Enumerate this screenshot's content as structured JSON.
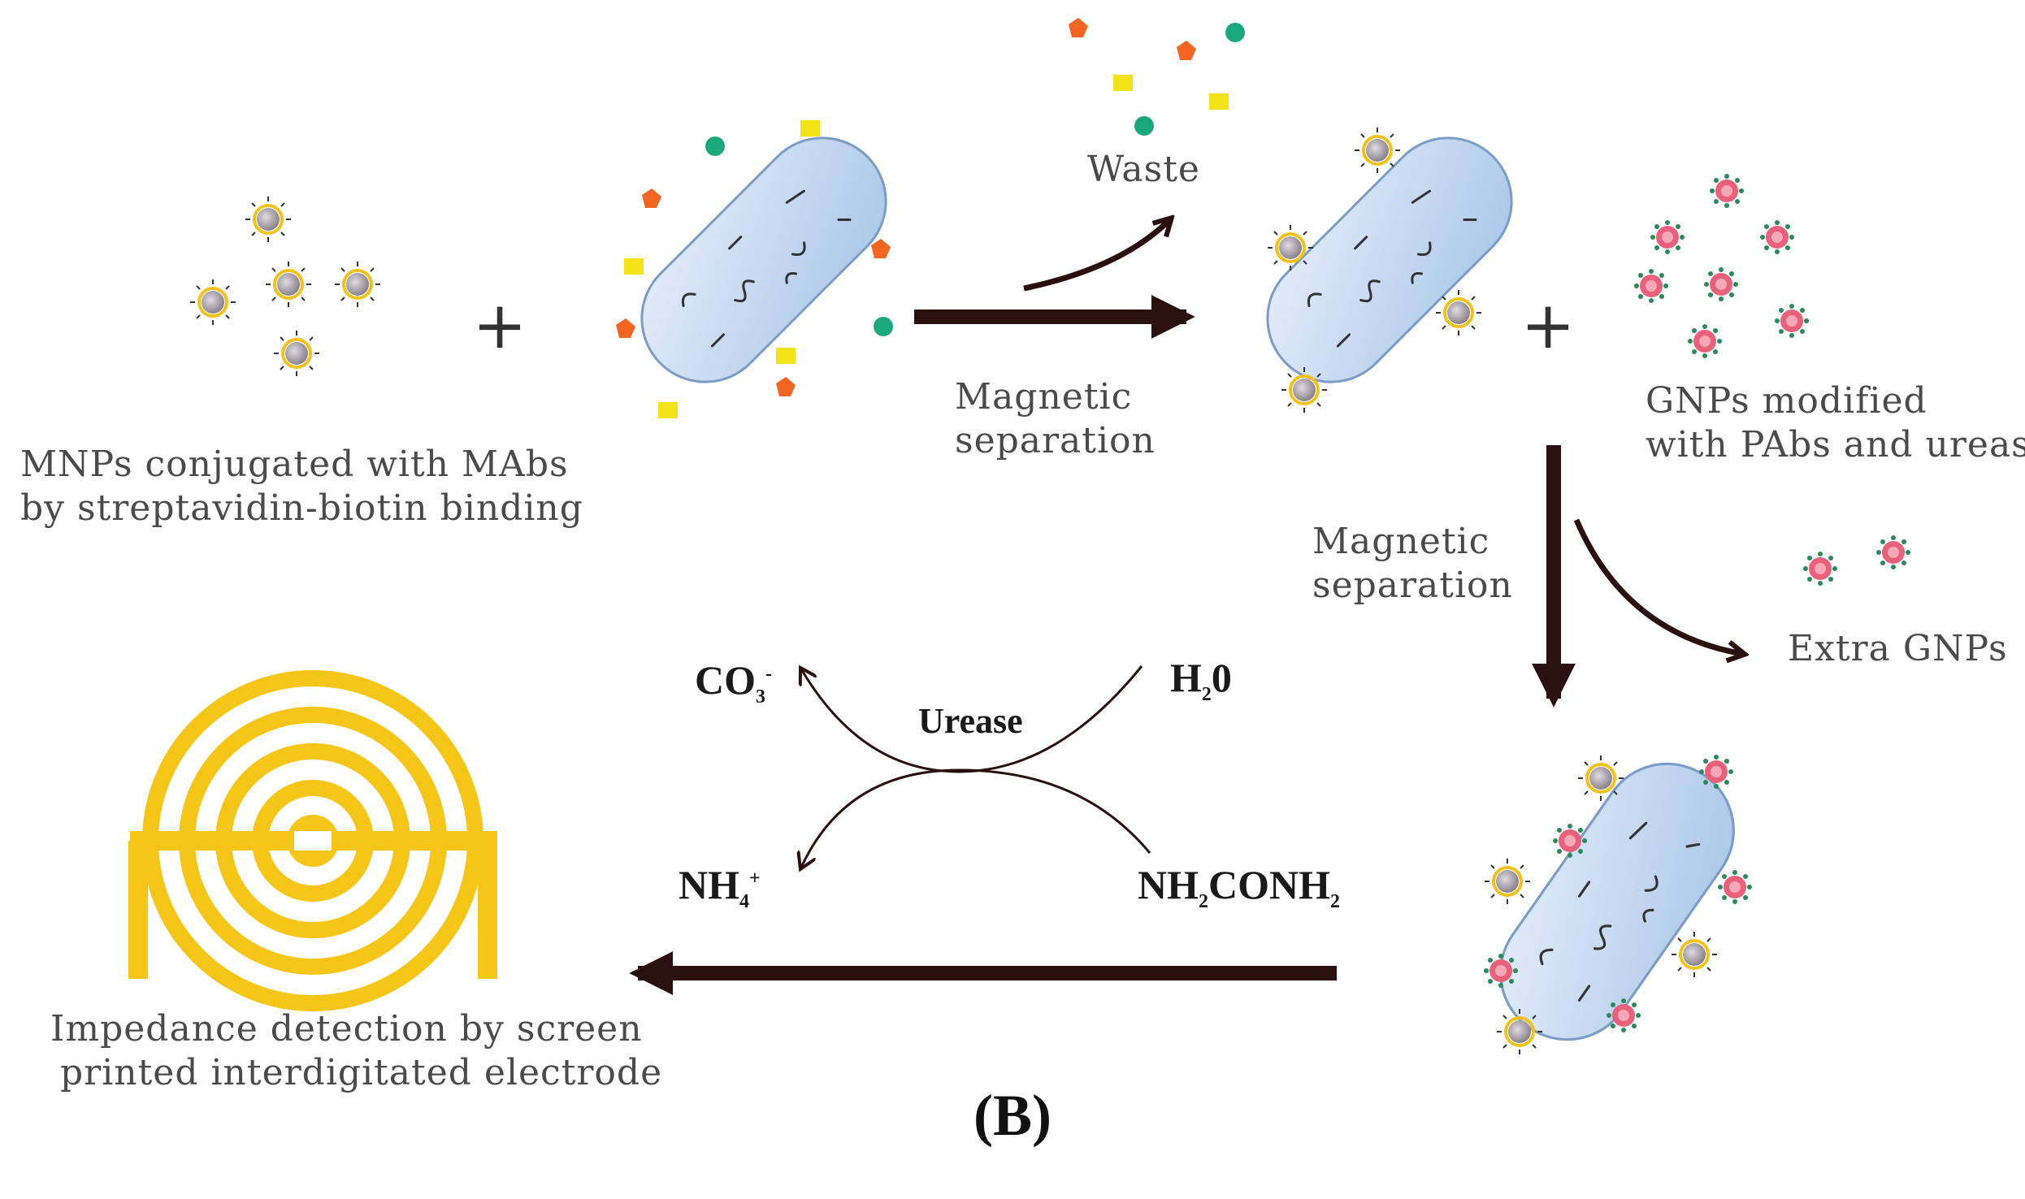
{
  "labels": {
    "mnps": [
      "MNPs conjugated with MAbs",
      "by streptavidin-biotin binding"
    ],
    "waste": "Waste",
    "magnetic_separation_1": [
      "Magnetic",
      "separation"
    ],
    "gnps": [
      "GNPs modified",
      "with PAbs and urease"
    ],
    "magnetic_separation_2": [
      "Magnetic",
      "separation"
    ],
    "extra_gnps": "Extra GNPs",
    "impedance": [
      "Impedance detection by screen",
      "printed interdigitated electrode"
    ],
    "urease": "Urease",
    "panel_label": "(B)"
  },
  "chemistry": {
    "co3": {
      "base": "CO",
      "sub": "3",
      "sup": "-"
    },
    "h2o": {
      "pre": "H",
      "sub": "2",
      "post": "0"
    },
    "nh4": {
      "base": "NH",
      "sub": "4",
      "sup": "+"
    },
    "urea": {
      "a": "NH",
      "sub1": "2",
      "b": "CONH",
      "sub2": "2"
    }
  },
  "plus_signs": [
    "+",
    "+"
  ],
  "colors": {
    "arrow": "#2b1010",
    "bacterium_fill": "#c5d9f0",
    "bacterium_stroke": "#7a9cc6",
    "mnp_core": "#a8a1a8",
    "mnp_ring": "#f2c21a",
    "gnp": "#e8607a",
    "gnp_dots": "#2a8a5a",
    "electrode": "#f5c518",
    "waste_orange": "#f26522",
    "waste_yellow": "#f5e31a",
    "waste_green": "#1aa87a"
  },
  "icons": [
    "magnetic-nanoparticle-icon",
    "bacterium-icon",
    "gold-nanoparticle-icon",
    "interdigitated-electrode-icon",
    "waste-molecule-icon"
  ]
}
